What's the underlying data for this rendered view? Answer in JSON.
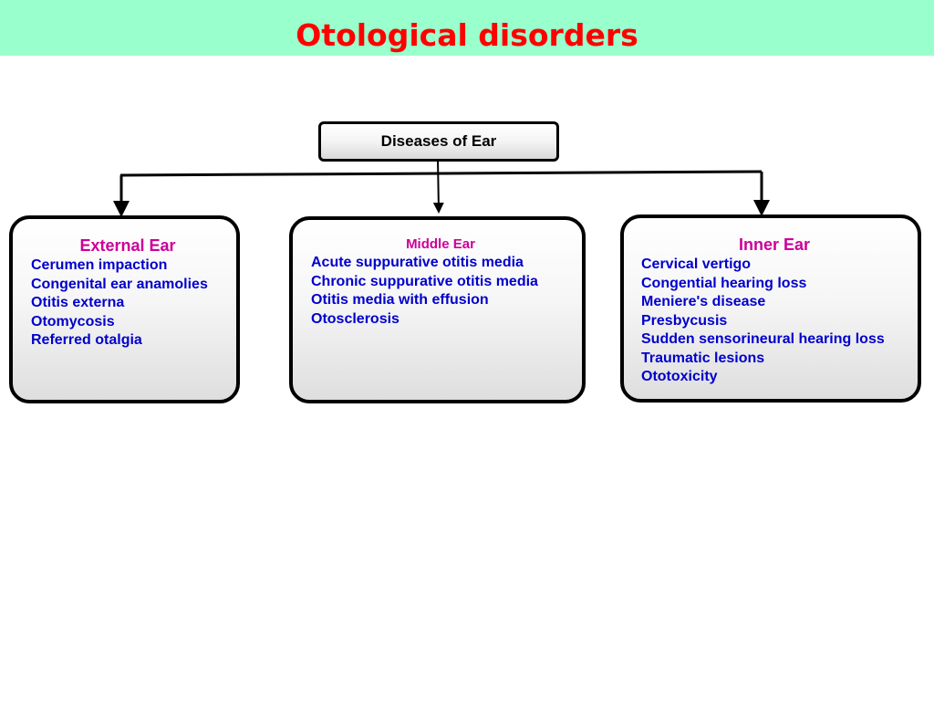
{
  "slide": {
    "title": "Otological disorders"
  },
  "colors": {
    "title_bar": "#99ffcc",
    "title_text": "#ff0000",
    "category_title": "#cc0099",
    "item_text": "#0000cc"
  },
  "diagram": {
    "root": "Diseases of Ear",
    "categories": [
      {
        "title": "External Ear",
        "items": [
          "Cerumen impaction",
          "Congenital ear anamolies",
          "Otitis externa",
          "Otomycosis",
          "Referred otalgia"
        ]
      },
      {
        "title": "Middle Ear",
        "items": [
          "Acute suppurative otitis media",
          "Chronic suppurative otitis media",
          "Otitis media with effusion",
          "Otosclerosis"
        ]
      },
      {
        "title": "Inner Ear",
        "items": [
          "Cervical vertigo",
          "Congential hearing loss",
          "Meniere's disease",
          "Presbycusis",
          "Sudden sensorineural hearing loss",
          "Traumatic lesions",
          "Ototoxicity"
        ]
      }
    ]
  }
}
